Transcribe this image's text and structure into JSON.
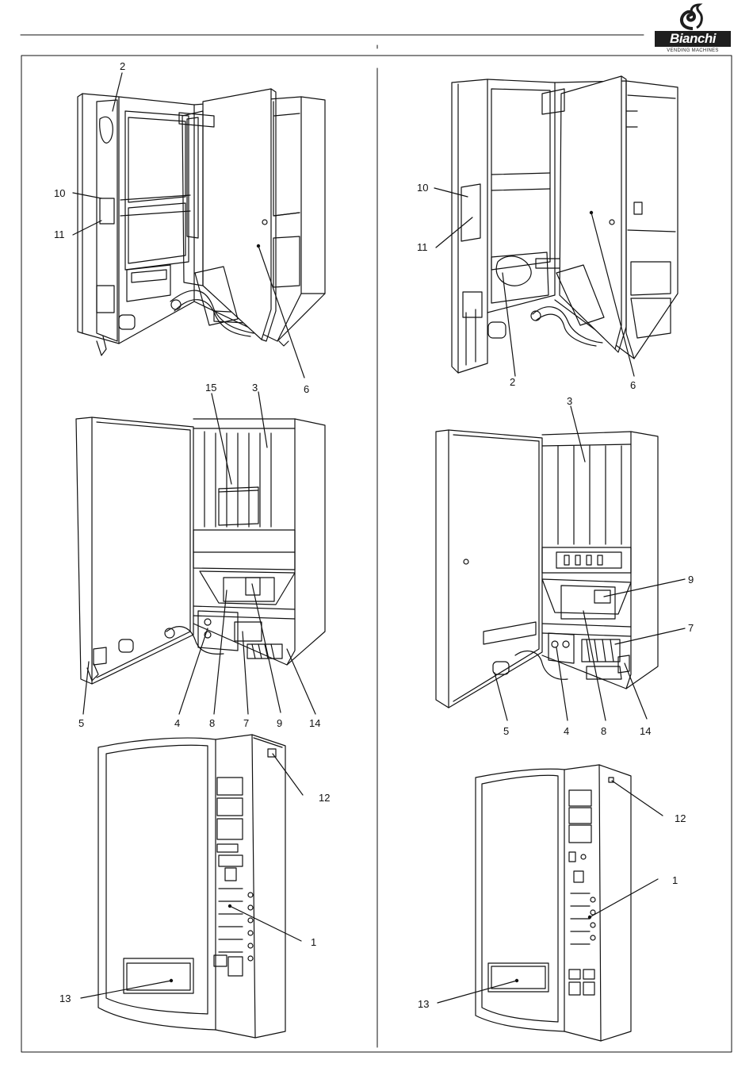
{
  "header": {
    "brand_name": "Bianchi",
    "brand_tagline": "VENDING MACHINES",
    "logo_icon": "bianchi-swirl-logo"
  },
  "figures": [
    {
      "id": "open-machine-left",
      "callouts": [
        "2",
        "10",
        "11",
        "6"
      ]
    },
    {
      "id": "open-machine-right",
      "callouts": [
        "10",
        "11",
        "2",
        "6"
      ]
    },
    {
      "id": "interior-left",
      "callouts": [
        "15",
        "3",
        "5",
        "4",
        "8",
        "7",
        "9",
        "14"
      ]
    },
    {
      "id": "interior-right",
      "callouts": [
        "3",
        "9",
        "7",
        "5",
        "4",
        "8",
        "14"
      ]
    },
    {
      "id": "front-left",
      "callouts": [
        "12",
        "1",
        "13"
      ]
    },
    {
      "id": "front-right",
      "callouts": [
        "12",
        "1",
        "13"
      ]
    }
  ]
}
